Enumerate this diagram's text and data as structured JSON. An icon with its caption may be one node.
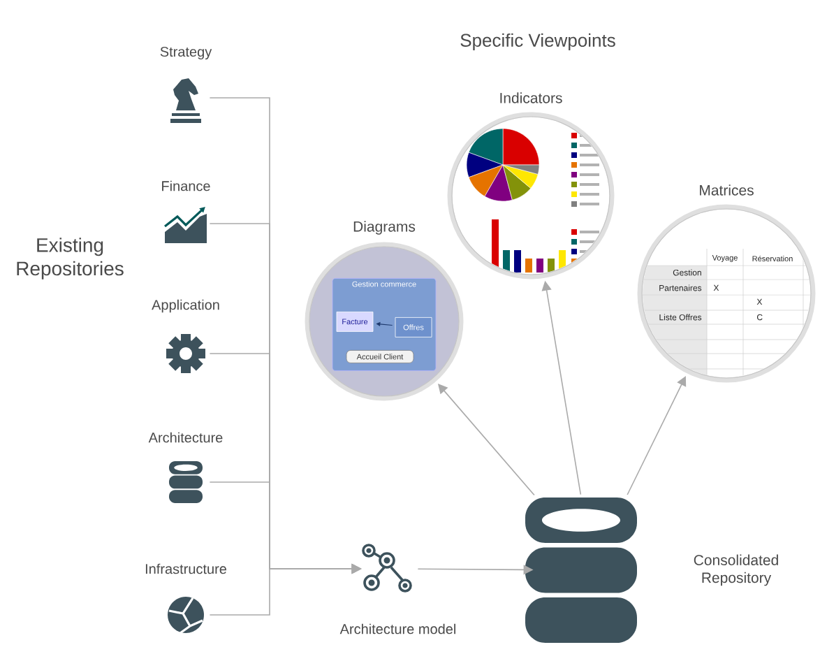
{
  "diagram": {
    "title": "Specific Viewpoints",
    "nodes": [
      {
        "text": [
          "Strategy"
        ]
      },
      {
        "text": [
          "Finance"
        ]
      },
      {
        "text": [
          "Application"
        ]
      },
      {
        "text": [
          "Architecture"
        ]
      },
      {
        "text": [
          "Infrastructure"
        ]
      },
      {
        "text": [
          "Architecture model"
        ]
      },
      {
        "text": [
          "Consolidated Repository"
        ]
      },
      {
        "text": [
          "Diagrams"
        ]
      },
      {
        "text": [
          "Gestion commerce"
        ],
        "in": 7
      },
      {
        "text": [
          "Facture"
        ],
        "in": 8
      },
      {
        "text": [
          "Offres"
        ],
        "in": 8
      },
      {
        "text": [
          "Accueil Client"
        ],
        "in": 8
      },
      {
        "text": [
          "Indicators"
        ]
      },
      {
        "text": [
          "Matrices"
        ]
      }
    ],
    "edges": [
      {
        "from": 0,
        "to": 5,
        "arrow": "to"
      },
      {
        "from": 1,
        "to": 5,
        "arrow": "to"
      },
      {
        "from": 2,
        "to": 5,
        "arrow": "to"
      },
      {
        "from": 3,
        "to": 5,
        "arrow": "to"
      },
      {
        "from": 4,
        "to": 5,
        "arrow": "to"
      },
      {
        "from": 5,
        "to": 6,
        "arrow": "to"
      },
      {
        "from": 6,
        "to": 7,
        "arrow": "to"
      },
      {
        "from": 6,
        "to": 12,
        "arrow": "to"
      },
      {
        "from": 6,
        "to": 13,
        "arrow": "to"
      },
      {
        "from": 10,
        "to": 9,
        "arrow": "to",
        "color": "#1f3a6e"
      }
    ],
    "labels": [
      "Existing Repositories",
      "Voyage",
      "Réservation",
      "Gestion",
      "Partenaires",
      "X",
      "X",
      "Liste Offres",
      "C"
    ]
  }
}
